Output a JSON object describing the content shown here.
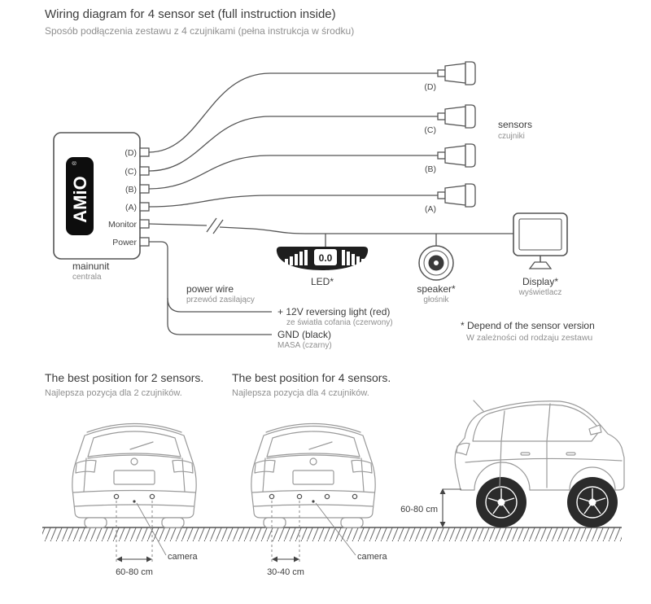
{
  "header": {
    "title": "Wiring diagram for 4 sensor set (full instruction inside)",
    "subtitle": "Sposób podłączenia zestawu z 4 czujnikami (pełna instrukcja w środku)"
  },
  "main_unit": {
    "brand": "AMiO",
    "brand_reg": "®",
    "ports": [
      {
        "id": "d",
        "label": "(D)"
      },
      {
        "id": "c",
        "label": "(C)"
      },
      {
        "id": "b",
        "label": "(B)"
      },
      {
        "id": "a",
        "label": "(A)"
      },
      {
        "id": "monitor",
        "label": "Monitor"
      },
      {
        "id": "power",
        "label": "Power"
      }
    ],
    "caption": "mainunit",
    "caption_pl": "centrala"
  },
  "sensors": {
    "items": [
      {
        "label": "(D)"
      },
      {
        "label": "(C)"
      },
      {
        "label": "(B)"
      },
      {
        "label": "(A)"
      }
    ],
    "caption": "sensors",
    "caption_pl": "czujniki"
  },
  "led": {
    "caption": "LED*",
    "readout": "0.0"
  },
  "speaker": {
    "caption": "speaker*",
    "caption_pl": "głośnik"
  },
  "display": {
    "caption": "Display*",
    "caption_pl": "wyświetlacz"
  },
  "power_wire": {
    "caption": "power wire",
    "caption_pl": "przewód zasilający",
    "plus_label": "+ 12V reversing light (red)",
    "plus_label_pl": "ze światła cofania (czerwony)",
    "gnd_label": "GND (black)",
    "gnd_label_pl": "MASA (czarny)"
  },
  "note": {
    "line1": "* Depend of the sensor version",
    "line2": "W zależności od rodzaju zestawu"
  },
  "positions": {
    "two_sensors": {
      "title": "The best position for 2 sensors.",
      "subtitle": "Najlepsza pozycja dla 2 czujników.",
      "distance": "60-80 cm",
      "camera": "camera"
    },
    "four_sensors": {
      "title": "The best position for 4 sensors.",
      "subtitle": "Najlepsza pozycja dla 4 czujników.",
      "distance": "30-40 cm",
      "camera": "camera"
    },
    "side": {
      "height": "60-80 cm"
    }
  },
  "colors": {
    "logo_bg": "#0d0d0d",
    "led_bg": "#1e1e1e",
    "wire": "#555555",
    "car_line": "#9a9a9a"
  }
}
